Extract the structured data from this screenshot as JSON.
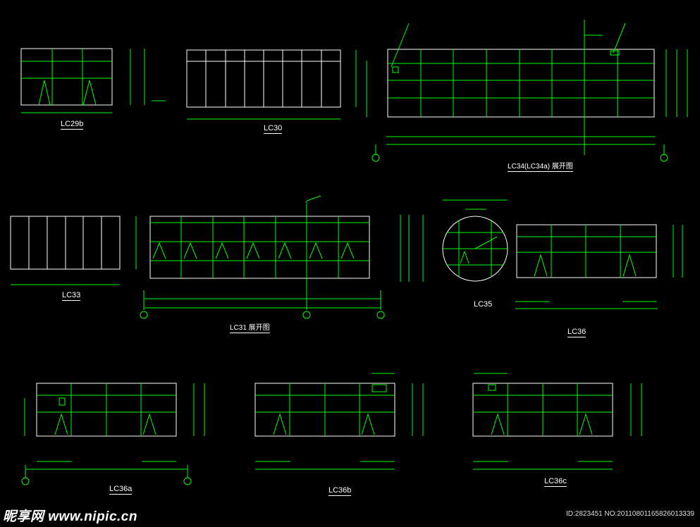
{
  "colors": {
    "background": "#000000",
    "outline": "#ffffff",
    "grid": "#00ff00",
    "text": "#ffffff"
  },
  "drawings": [
    {
      "id": "lc29b",
      "title": "LC29b"
    },
    {
      "id": "lc30",
      "title": "LC30"
    },
    {
      "id": "lc34",
      "title": "LC34(LC34a) 展开图"
    },
    {
      "id": "lc33",
      "title": "LC33"
    },
    {
      "id": "lc31",
      "title": "LC31 展开图"
    },
    {
      "id": "lc35",
      "title": "LC35"
    },
    {
      "id": "lc36",
      "title": "LC36"
    },
    {
      "id": "lc36a",
      "title": "LC36a"
    },
    {
      "id": "lc36b",
      "title": "LC36b"
    },
    {
      "id": "lc36c",
      "title": "LC36c"
    }
  ],
  "watermark": "昵享网 www.nipic.cn",
  "image_id": "ID:2823451 NO:20110801165826013339"
}
